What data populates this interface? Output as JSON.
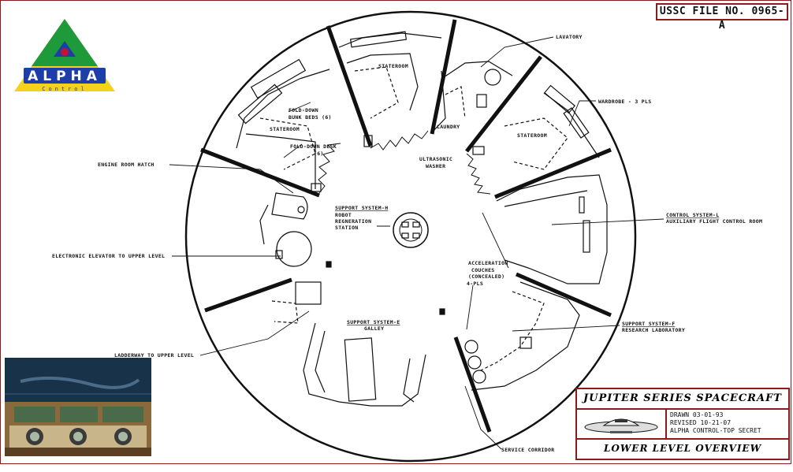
{
  "file_no": "USSC FILE NO. 0965-A",
  "logo": {
    "word": "ALPHA",
    "sub": "Control"
  },
  "labels": {
    "lavatory": "LAVATORY",
    "stateroom": "STATEROOM",
    "fold_down_bunk": [
      "FOLD-DOWN",
      "BUNK BEDS (6)"
    ],
    "fold_down_desk": [
      "FOLD-DOWN DESK",
      "(6)"
    ],
    "laundry": "LAUNDRY",
    "ultrasonic": [
      "ULTRASONIC",
      "WASHER"
    ],
    "wardrobe": "WARDROBE - 3 PLS",
    "engine_hatch": "ENGINE ROOM HATCH",
    "support_h": [
      "SUPPORT SYSTEM-H",
      "ROBOT",
      "REGNERATION",
      "STATION"
    ],
    "control_l": [
      "CONTROL SYSTEM-L",
      "AUXILIARY FLIGHT CONTROL ROOM"
    ],
    "elevator": "ELECTRONIC ELEVATOR TO UPPER LEVEL",
    "accel": [
      "ACCELERATION",
      "COUCHES",
      "(CONCEALED)",
      "4-PLS"
    ],
    "support_e": [
      "SUPPORT SYSTEM-E",
      "GALLEY"
    ],
    "support_f": [
      "SUPPORT SYSTEM-F",
      "RESEARCH LABORATORY"
    ],
    "ladderway": "LADDERWAY TO UPPER LEVEL",
    "service": "SERVICE CORRIDOR"
  },
  "title_block": {
    "title": "JUPITER SERIES SPACECRAFT",
    "drawn": "DRAWN 03-01-93",
    "revised": "REVISED 10-21-07",
    "classification": "ALPHA CONTROL-TOP SECRET",
    "view": "LOWER LEVEL OVERVIEW"
  },
  "colors": {
    "border": "#8b1a1a",
    "logo_green": "#1f9a3a",
    "logo_yellow": "#f2d21a",
    "logo_blue": "#1d3ea8",
    "logo_red": "#c4122f"
  }
}
